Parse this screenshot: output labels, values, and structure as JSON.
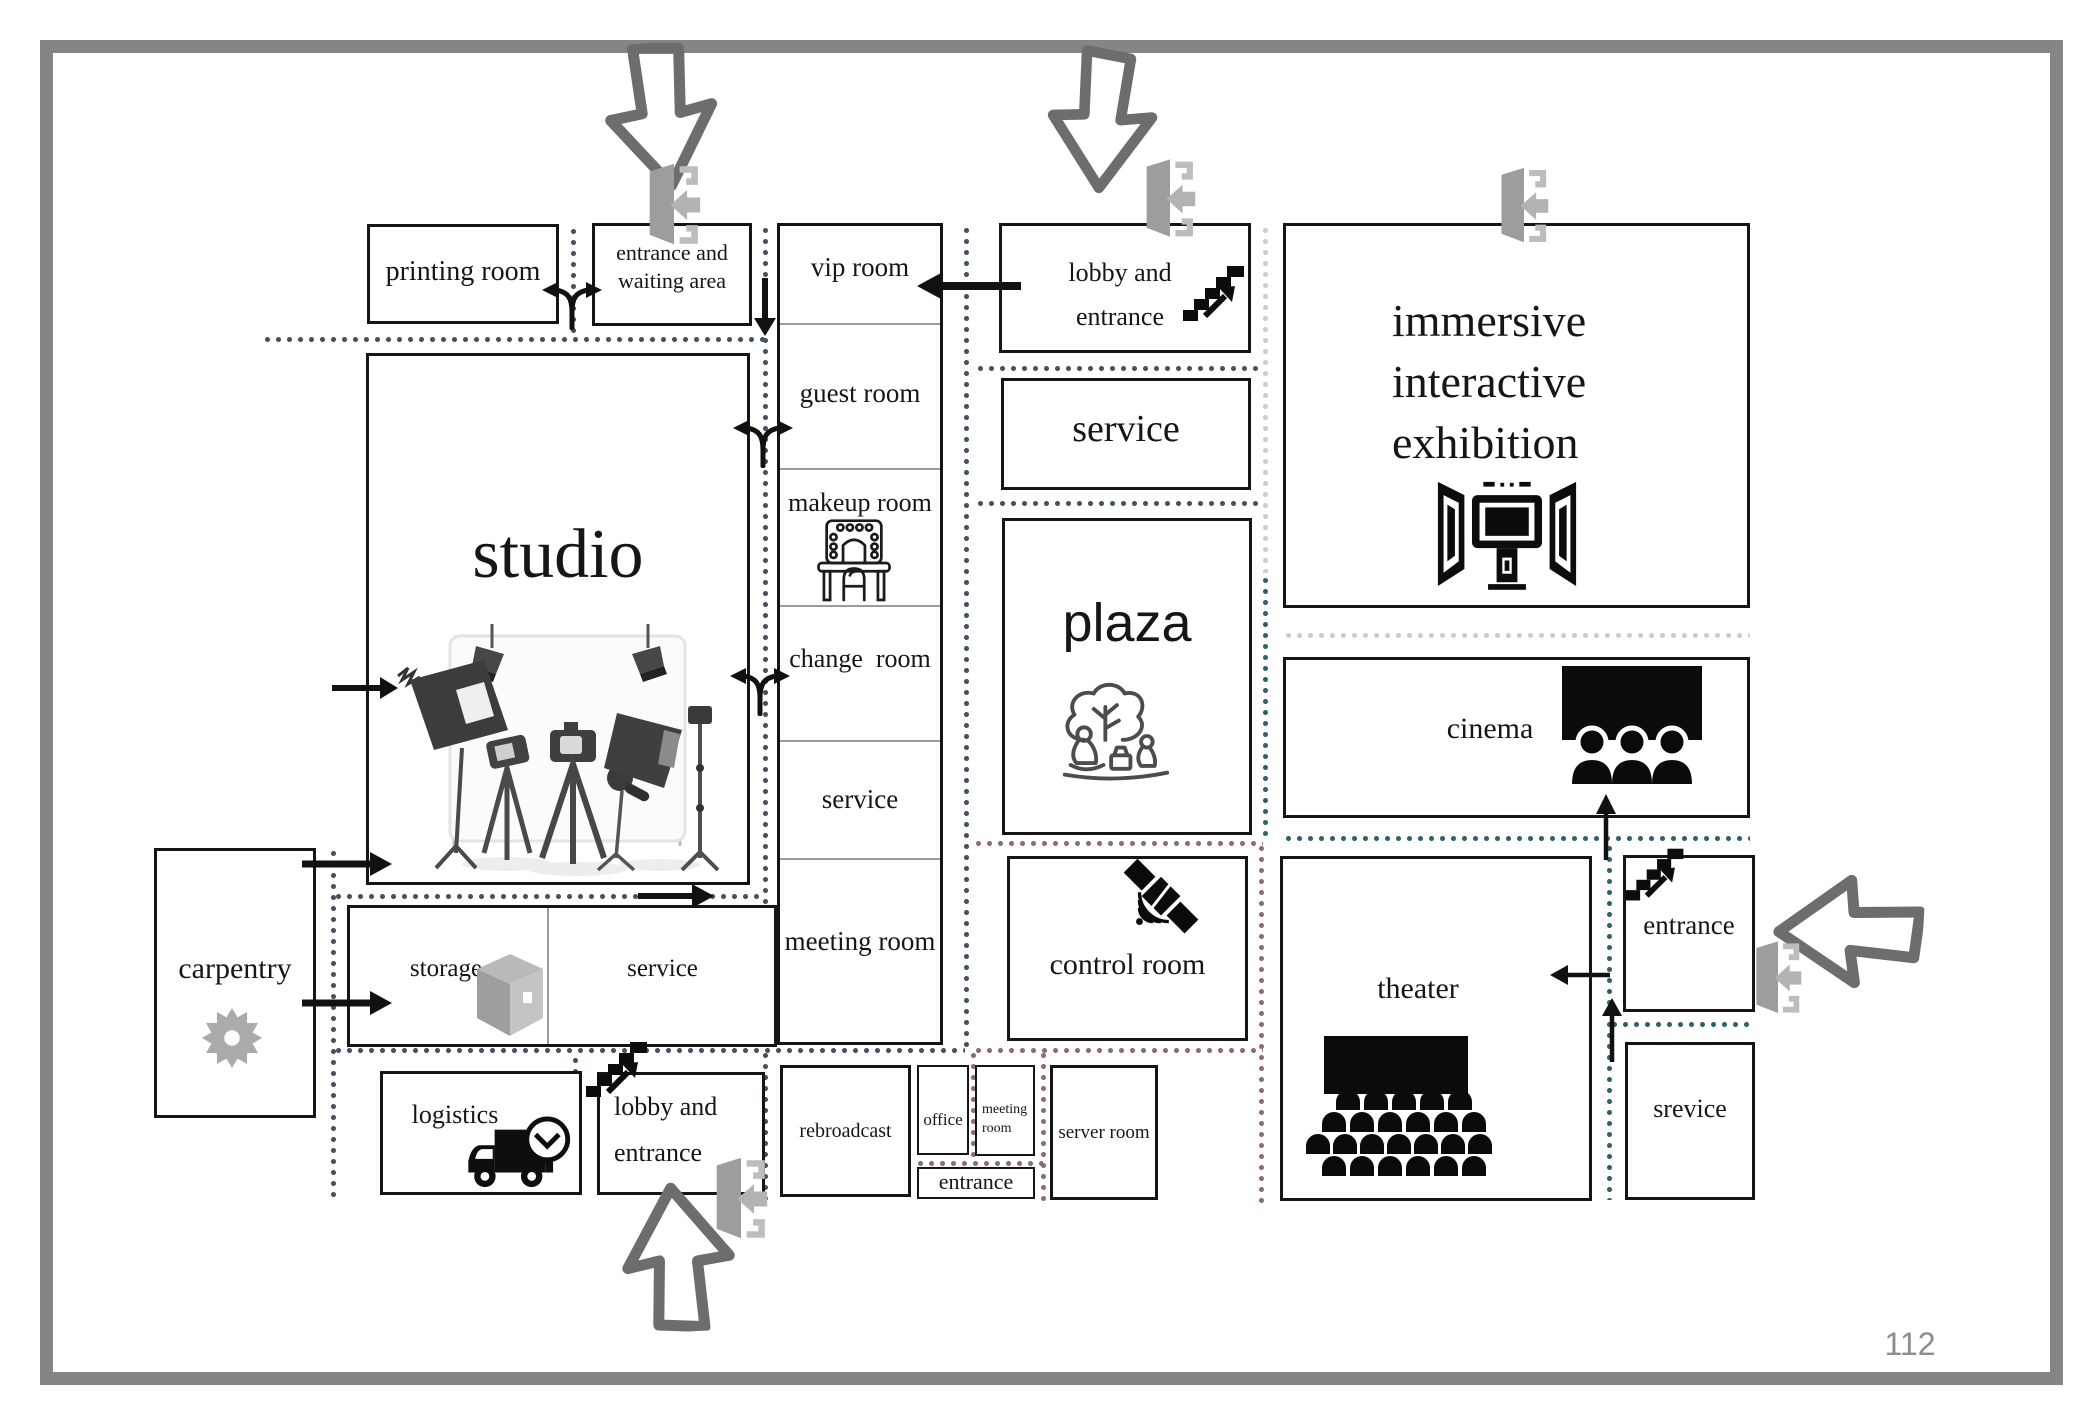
{
  "page": {
    "number": "112"
  },
  "rooms": {
    "printing_room": "printing room",
    "entrance_waiting_1": "entrance and",
    "entrance_waiting_2": "waiting area",
    "vip": "vip room",
    "guest": "guest room",
    "makeup": "makeup room",
    "change": "change  room",
    "service_col": "service",
    "meeting_col": "meeting room",
    "studio": "studio",
    "carpentry": "carpentry",
    "storage": "storage",
    "service_storage": "service",
    "logistics": "logistics",
    "lobby_bottom_1": "lobby and",
    "lobby_bottom_2": "entrance",
    "rebroadcast": "rebroadcast",
    "office": "office",
    "meeting_small_1": "meeting",
    "meeting_small_2": "room",
    "entrance_bottom": "entrance",
    "server_room": "server room",
    "lobby_top_1": "lobby and",
    "lobby_top_2": "entrance",
    "service_right": "service",
    "plaza": "plaza",
    "control_room": "control room",
    "immersive_1": "immersive",
    "immersive_2": "interactive",
    "immersive_3": "exhibition",
    "cinema": "cinema",
    "theater": "theater",
    "entrance_right": "entrance",
    "srevice": "srevice"
  },
  "icons": {
    "door": "open-door-with-inward-arrow",
    "stairs": "staircase-with-up-arrow",
    "studio_equipment": "photo-studio-lights-and-cameras",
    "makeup_vanity": "makeup-mirror-and-chair",
    "plaza_picnic": "tree-and-people-picnic",
    "immersive_screens": "multi-screen-projection-room",
    "cinema_screen_audience": "screen-with-three-viewers",
    "theater_stage_seats": "stage-with-seat-rows",
    "satellite": "satellite-with-signal-waves",
    "storage_box": "cardboard-box",
    "saw_blade": "circular-saw-blade",
    "logistics_truck": "delivery-truck-with-clock"
  },
  "colors": {
    "frame": "#858585",
    "box_border": "#151515",
    "dots_navy": "#46535e",
    "dots_maroon": "#8d6e6e",
    "dots_teal": "#33636a",
    "dots_gray": "#cccccc",
    "big_arrow": "#6d6d6d",
    "door_gray": "#9d9d9d",
    "page_number": "#8d8d8d"
  }
}
